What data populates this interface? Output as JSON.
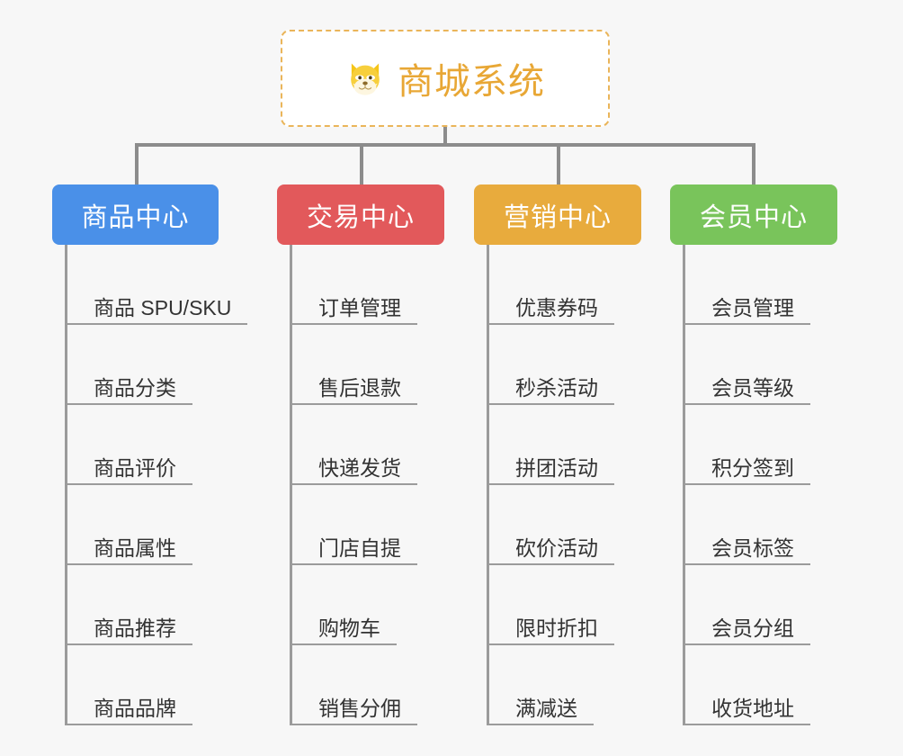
{
  "background_color": "#f7f7f7",
  "root": {
    "icon": "shiba-dog-face-icon",
    "icon_glyph": "🐕",
    "title": "商城系统",
    "text_color": "#e8a735",
    "border_color": "#eab55a",
    "background_color": "#ffffff"
  },
  "connector_color": "#8c8c8c",
  "categories": [
    {
      "label": "商品中心",
      "color": "#4a90e8",
      "items": [
        "商品 SPU/SKU",
        "商品分类",
        "商品评价",
        "商品属性",
        "商品推荐",
        "商品品牌"
      ]
    },
    {
      "label": "交易中心",
      "color": "#e2595b",
      "items": [
        "订单管理",
        "售后退款",
        "快递发货",
        "门店自提",
        "购物车",
        "销售分佣"
      ]
    },
    {
      "label": "营销中心",
      "color": "#e8ab3d",
      "items": [
        "优惠券码",
        "秒杀活动",
        "拼团活动",
        "砍价活动",
        "限时折扣",
        "满减送"
      ]
    },
    {
      "label": "会员中心",
      "color": "#79c45b",
      "items": [
        "会员管理",
        "会员等级",
        "积分签到",
        "会员标签",
        "会员分组",
        "收货地址"
      ]
    }
  ]
}
